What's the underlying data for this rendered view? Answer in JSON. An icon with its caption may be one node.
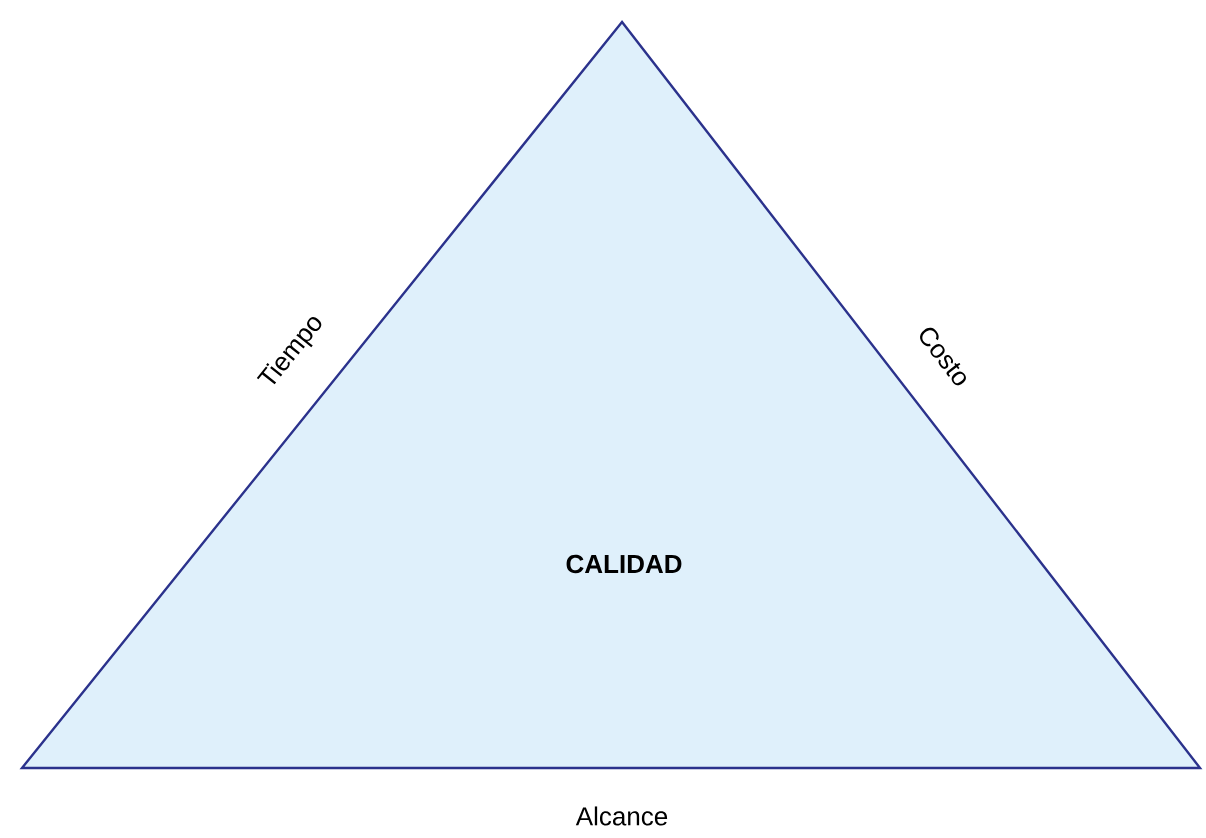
{
  "diagram": {
    "nodes": [
      {
        "text": [
          "CALIDAD"
        ]
      }
    ],
    "labels": [
      "Tiempo",
      "Costo",
      "Alcance"
    ]
  }
}
